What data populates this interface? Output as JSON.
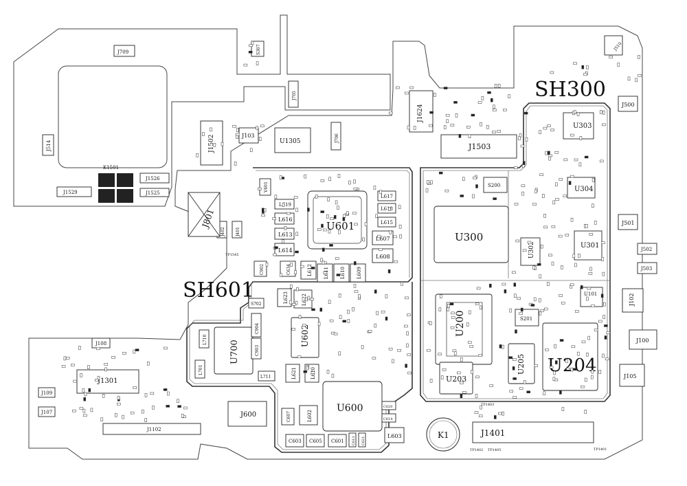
{
  "board": {
    "shields": [
      {
        "id": "sh300",
        "label": "SH300"
      },
      {
        "id": "sh601",
        "label": "SH601"
      }
    ],
    "labels": {
      "k1": "K1",
      "k1501": "K1501",
      "j1401": "J1401",
      "j1301": "J1301",
      "j1102": "J1102",
      "j1503": "J1503",
      "j1502": "J1502",
      "j1624": "J1624",
      "j1526": "J1526",
      "j1525": "J1525",
      "j1529": "J1529",
      "j514": "J514",
      "j709": "J709",
      "j510": "J510",
      "j500": "J500",
      "j501": "J501",
      "j502": "J502",
      "j503": "J503",
      "j102": "J102",
      "j100": "J100",
      "j105": "J105",
      "j108": "J108",
      "j109": "J109",
      "j107": "J107",
      "j600": "J600",
      "j103": "J103",
      "j705": "J705",
      "j706": "J706",
      "j801": "J801",
      "j401": "J401",
      "j402": "J402",
      "s307": "S307",
      "s200": "S200",
      "s201": "S201",
      "s702": "S702",
      "u1305": "U1305",
      "u601": "U601",
      "u600": "U600",
      "u602": "U602",
      "u700": "U700",
      "u300": "U300",
      "u200": "U200",
      "u203": "U203",
      "u204": "U204",
      "u205": "U205",
      "u301": "U301",
      "u302": "U302",
      "u303": "U303",
      "u304": "U304",
      "u101": "U101",
      "c902": "C902",
      "c903": "C903",
      "c904": "C904",
      "c634": "C634",
      "c603": "C603",
      "c605": "C605",
      "c601": "C601",
      "c607": "C607",
      "c613": "C613",
      "c614": "C614",
      "c620": "C620",
      "c621": "C621",
      "l616": "L616",
      "l613": "L613",
      "l614": "L614",
      "l619": "L619",
      "l617": "L617",
      "l618": "L618",
      "l615": "L615",
      "l607": "L607",
      "l608": "L608",
      "l612": "L612",
      "l611": "L611",
      "l610": "L610",
      "l609": "L609",
      "l622": "L622",
      "l623": "L623",
      "l621": "L621",
      "l620": "L620",
      "l711": "L711",
      "l710": "L710",
      "l701": "L701",
      "l602": "L602",
      "l603": "L603",
      "v601": "V601",
      "tp1545": "TP1545",
      "tp1403": "TP1403",
      "tp1402": "TP1402",
      "tp1401": "TP1401",
      "tp1405": "TP1405"
    }
  }
}
